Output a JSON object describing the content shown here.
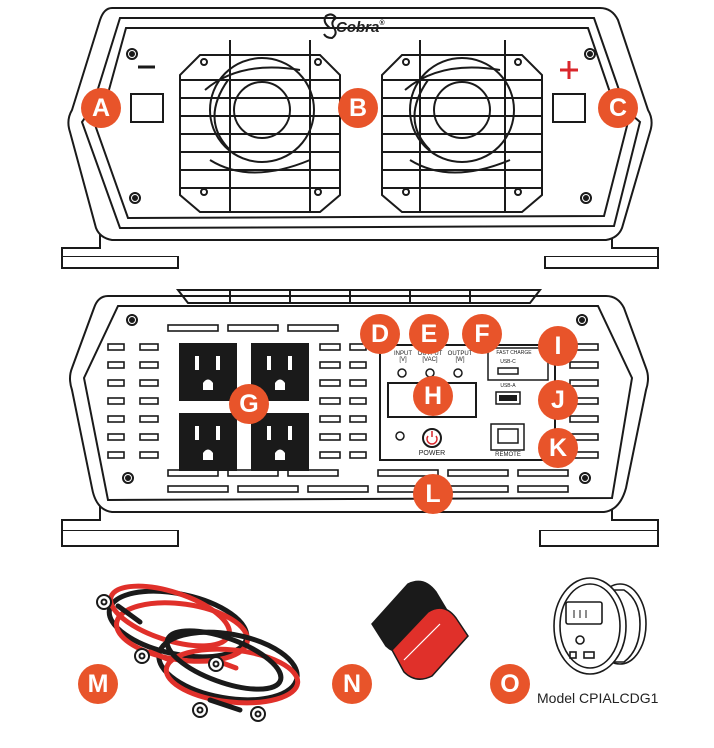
{
  "brand": {
    "logo_text": "Cobra",
    "registered": "®"
  },
  "terminals": {
    "negative_symbol": "−",
    "positive_symbol": "+"
  },
  "panel": {
    "led_input": "INPUT",
    "led_input_unit": "[V]",
    "led_output": "OUTPUT",
    "led_output_unit1": "[VAC]",
    "led_output2": "OUTPUT",
    "led_output_unit2": "[W]",
    "fast_charge": "FAST CHARGE",
    "usb_c": "USB-C",
    "usb_a": "USB-A",
    "power": "POWER",
    "remote": "REMOTE"
  },
  "callouts": {
    "A": "A",
    "B": "B",
    "C": "C",
    "D": "D",
    "E": "E",
    "F": "F",
    "G": "G",
    "H": "H",
    "I": "I",
    "J": "J",
    "K": "K",
    "L": "L",
    "M": "M",
    "N": "N",
    "O": "O"
  },
  "remote_model": "Model CPIALCDG1",
  "colors": {
    "callout": "#e8542a",
    "line": "#1a1a1a",
    "red_cable": "#e0302a",
    "black_cable": "#1a1a1a",
    "plus": "#d9262b"
  }
}
